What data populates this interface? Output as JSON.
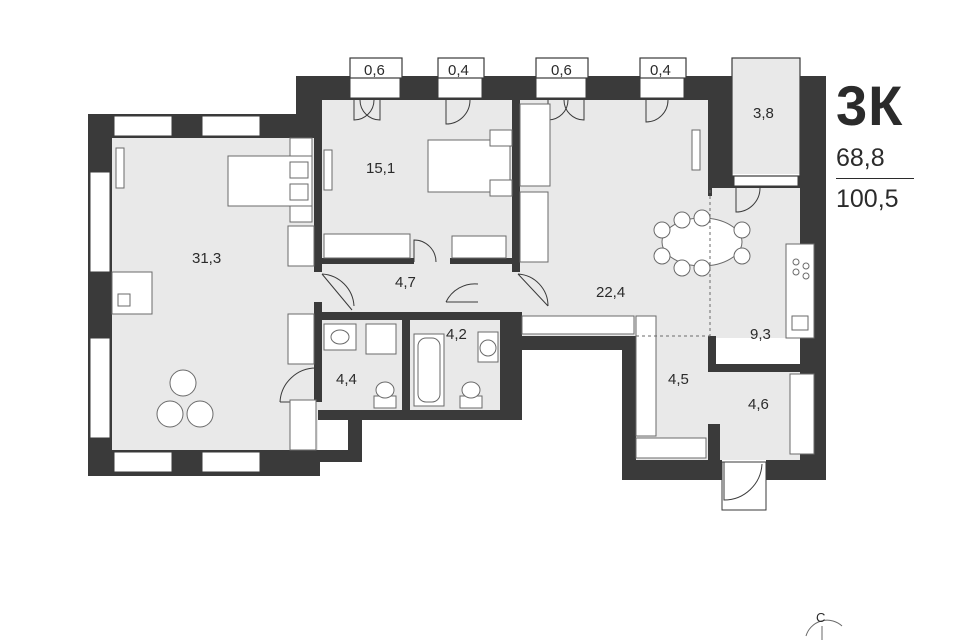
{
  "plan": {
    "apartment_type": "3К",
    "living_area": "68,8",
    "total_area": "100,5",
    "compass_letter": "С",
    "colors": {
      "wall": "#3a3a3a",
      "floor": "#e9e9e9",
      "outside": "#ffffff",
      "furniture": "#ffffff",
      "text": "#2b2b2b"
    },
    "rooms": {
      "living_large": "31,3",
      "bedroom": "15,1",
      "corridor": "4,7",
      "kitchen_living": "22,4",
      "kitchen_zone": "9,3",
      "bath_1": "4,4",
      "bath_2": "4,2",
      "hall": "4,5",
      "entry": "4,6",
      "balcony": "3,8"
    },
    "window_niches": [
      "0,6",
      "0,4",
      "0,6",
      "0,4"
    ]
  }
}
